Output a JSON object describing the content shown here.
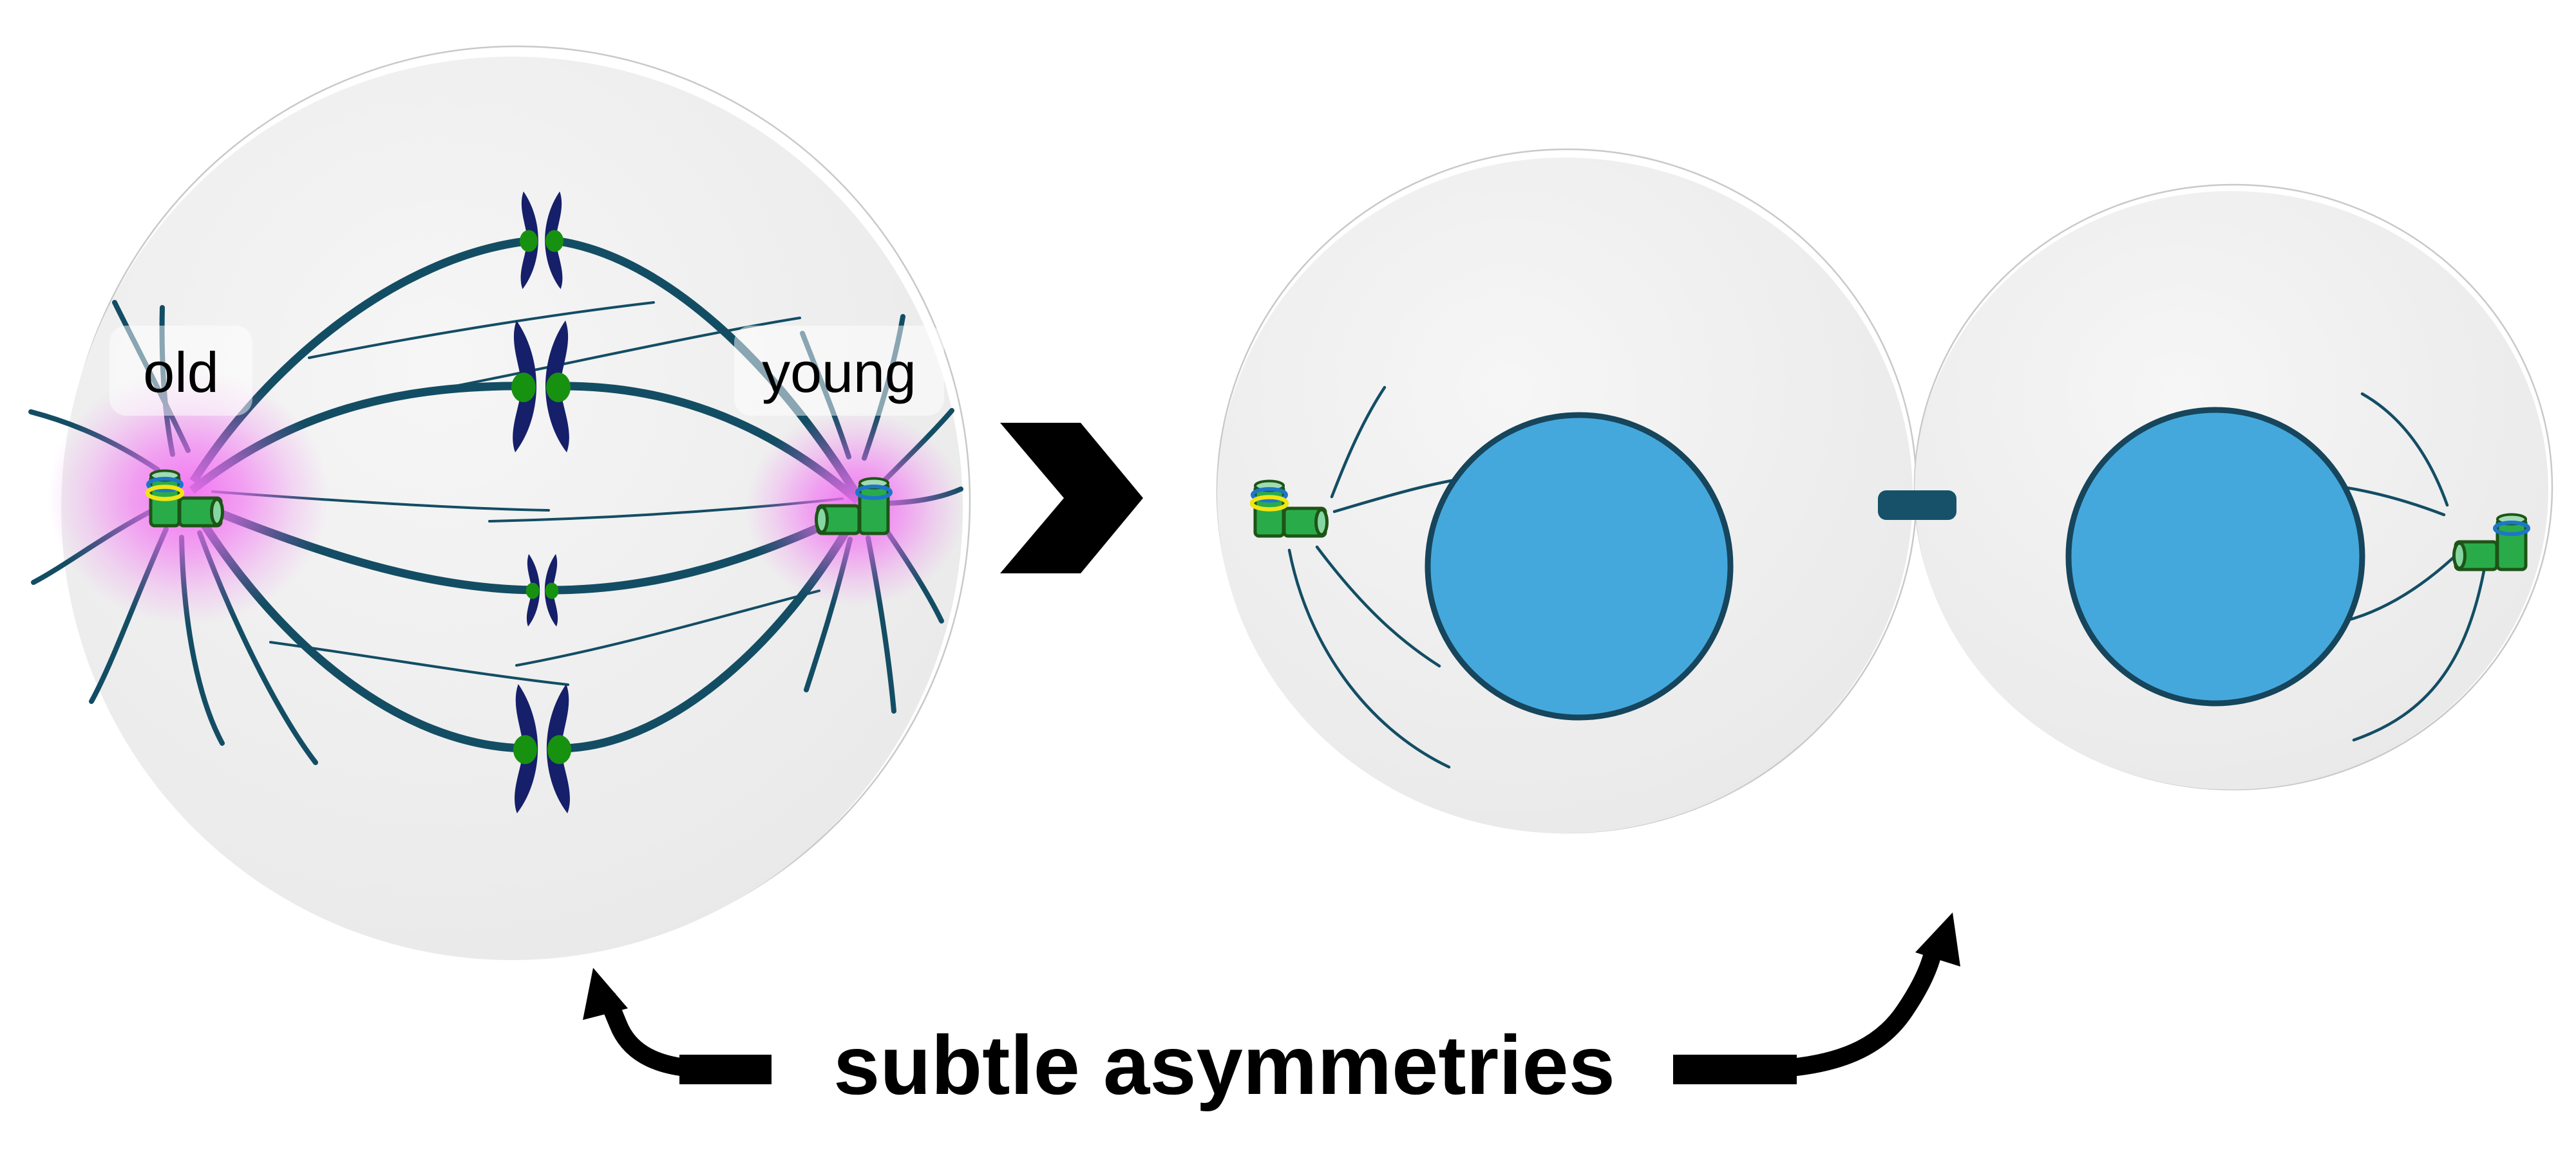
{
  "stage1": {
    "labels": {
      "old": "old",
      "young": "young"
    },
    "chromosome_count": 4,
    "spindle_pole_count": 2,
    "old_centrosome_markers": [
      "blue-ring",
      "yellow-ring"
    ],
    "young_centrosome_markers": [
      "blue-ring"
    ]
  },
  "stage2": {
    "daughter_cell_count": 2
  },
  "caption": {
    "text": "subtle asymmetries"
  },
  "colors": {
    "background": "#ffffff",
    "cell_fill": "#ececec",
    "cell_outline": "#c9c9c9",
    "microtubule": "#134d64",
    "chromosome": "#161f6a",
    "kinetochore": "#179110",
    "centriole_green": "#2aab4a",
    "centriole_outline": "#1d5416",
    "ring_blue": "#1d76c8",
    "ring_yellow": "#efe414",
    "glow_pink": "#f26df2",
    "nucleus_fill": "#45a8dc",
    "nucleus_outline": "#16455c",
    "midbody": "#175169",
    "annotation_black": "#000000"
  }
}
